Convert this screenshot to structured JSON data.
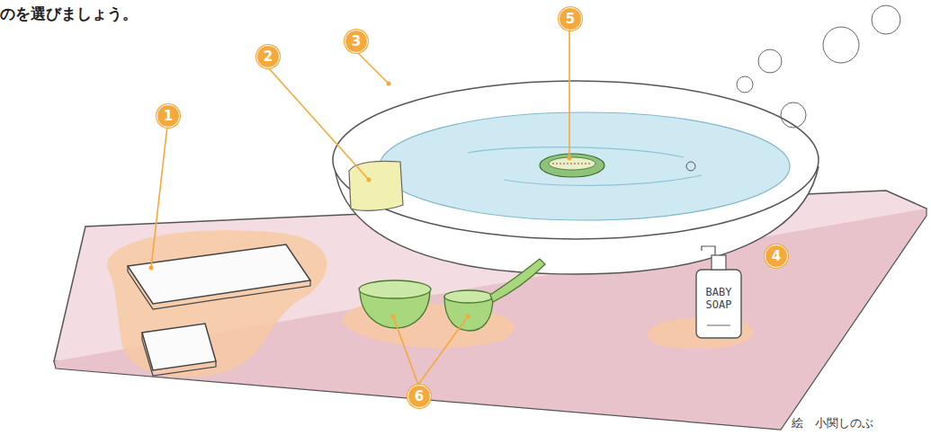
{
  "diagram": {
    "title": "のを選びましょう。",
    "labels": [
      "1",
      "2",
      "3",
      "5",
      "4",
      "6",
      "BABY SOAP",
      "絵　小関しのぶ"
    ]
  }
}
